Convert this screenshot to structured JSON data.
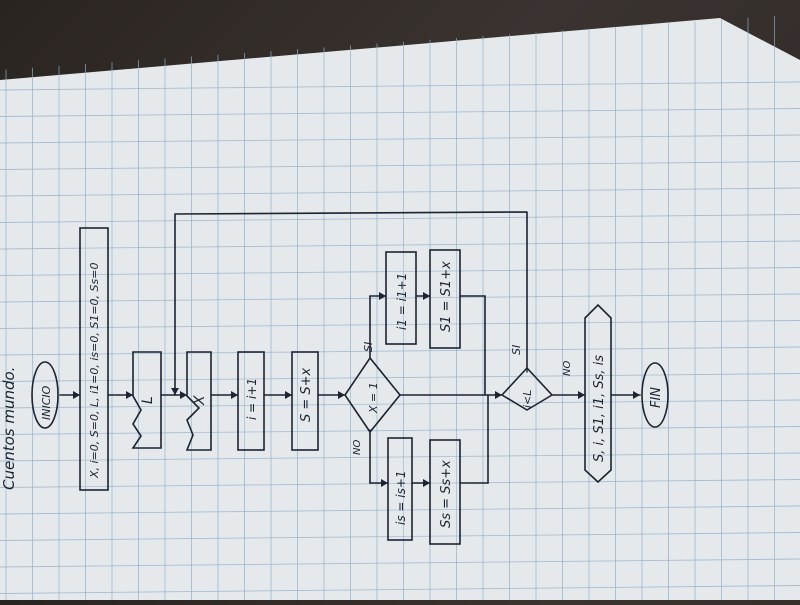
{
  "title": "Cuentos mundo.",
  "nodes": {
    "inicio": "INICIO",
    "init": "X, i=0, S=0, L, i1=0, is=0, S1=0, Ss=0",
    "read_l": "L",
    "read_x": "X",
    "incr_i": "i = i+1",
    "sum": "S = S+x",
    "decision_x": "X = 1",
    "count_is": "is = is+1",
    "sum_ss": "Ss = Ss+x",
    "count_i1": "i1 = i1+1",
    "sum_s1": "S1 = S1+x",
    "decision_l": "i<L",
    "output": "S, i, S1, i1, Ss, is",
    "fin": "FIN"
  },
  "labels": {
    "x_no": "NO",
    "x_si": "SI",
    "l_no": "NO",
    "l_si": "SI"
  }
}
